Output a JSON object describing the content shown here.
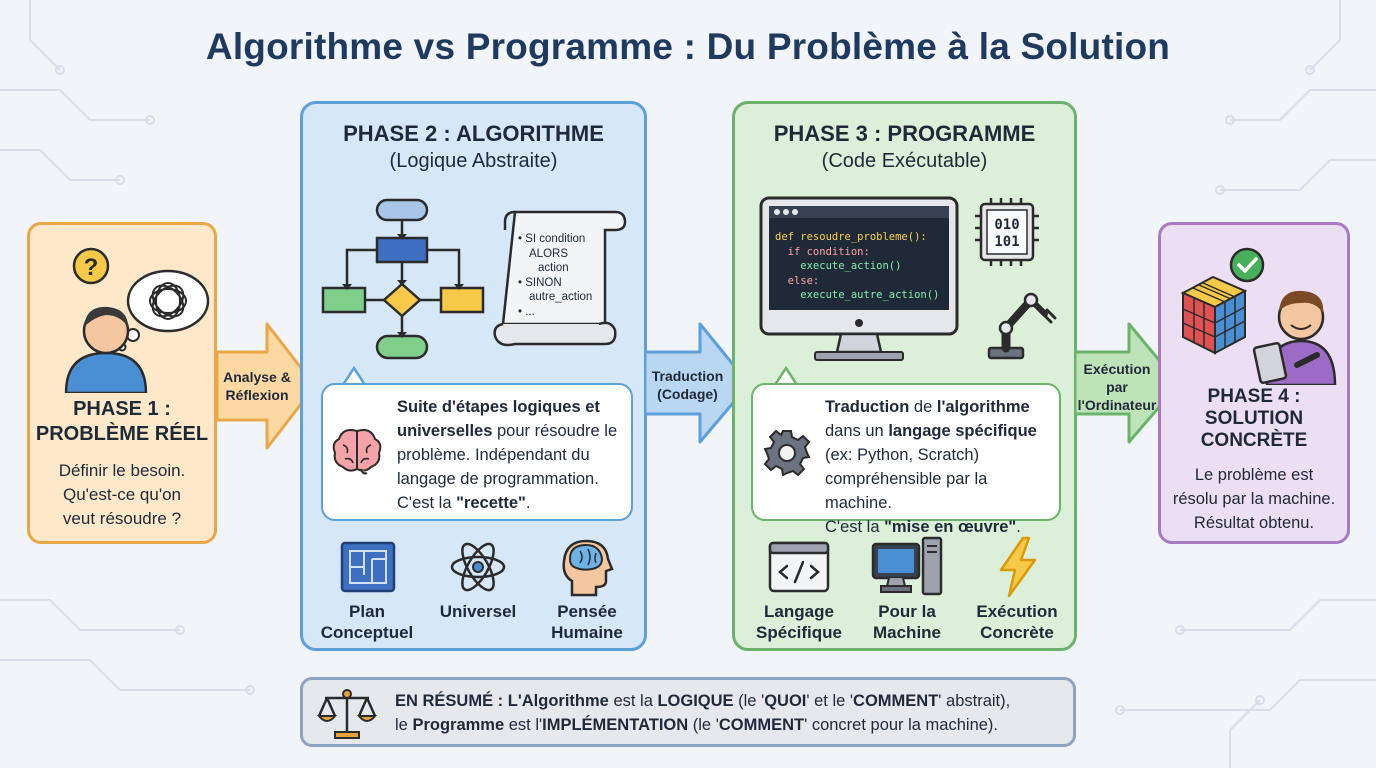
{
  "title": "Algorithme vs Programme : Du Problème à la Solution",
  "phase1": {
    "title_line1": "PHASE 1 :",
    "title_line2": "PROBLÈME RÉEL",
    "text_line1": "Définir le besoin.",
    "text_line2": "Qu'est-ce qu'on",
    "text_line3": "veut résoudre ?",
    "question_mark": "?"
  },
  "arrow1": {
    "line1": "Analyse &",
    "line2": "Réflexion"
  },
  "phase2": {
    "title": "PHASE 2 : ALGORITHME",
    "subtitle": "(Logique Abstraite)",
    "scroll": [
      "• SI condition",
      "ALORS",
      "action",
      "• SINON",
      "autre_action",
      "• ..."
    ],
    "desc": {
      "bold1": "Suite d'étapes logiques et universelles",
      "rest1": " pour résoudre le problème. Indépendant du langage de programmation.",
      "prefix2": "C'est la ",
      "bold2": "\"recette\"",
      "suffix2": "."
    },
    "icons": [
      {
        "name": "plan-icon",
        "line1": "Plan",
        "line2": "Conceptuel"
      },
      {
        "name": "atom-icon",
        "line1": "Universel",
        "line2": ""
      },
      {
        "name": "head-brain-icon",
        "line1": "Pensée",
        "line2": "Humaine"
      }
    ]
  },
  "arrow2": {
    "line1": "Traduction",
    "line2": "(Codage)"
  },
  "phase3": {
    "title": "PHASE 3 : PROGRAMME",
    "subtitle": "(Code Exécutable)",
    "code": [
      "def resoudre_probleme():",
      "  if condition:",
      "    execute_action()",
      "  else:",
      "    execute_autre_action()"
    ],
    "chip_line1": "010",
    "chip_line2": "101",
    "desc": {
      "b1": "Traduction",
      "t1": " de ",
      "b2": "l'algorithme",
      "t2": " dans un ",
      "b3": "langage spécifique",
      "t3": " (ex: Python, Scratch) compréhensible par la machine.",
      "prefix2": "C'est la ",
      "b4": "\"mise en œuvre\"",
      "suffix2": "."
    },
    "icons": [
      {
        "name": "code-icon",
        "line1": "Langage",
        "line2": "Spécifique"
      },
      {
        "name": "computer-icon",
        "line1": "Pour la",
        "line2": "Machine"
      },
      {
        "name": "lightning-icon",
        "line1": "Exécution",
        "line2": "Concrète"
      }
    ]
  },
  "arrow3": {
    "line1": "Exécution",
    "line2": "par",
    "line3": "l'Ordinateur"
  },
  "phase4": {
    "title_line1": "PHASE 4 :",
    "title_line2": "SOLUTION",
    "title_line3": "CONCRÈTE",
    "text_line1": "Le problème est",
    "text_line2": "résolu par la machine.",
    "text_line3": "Résultat obtenu."
  },
  "summary": {
    "line1_b1": "EN RÉSUMÉ : L'Algorithme",
    "line1_t1": " est la ",
    "line1_b2": "LOGIQUE",
    "line1_t2": " (le '",
    "line1_b3": "QUOI",
    "line1_t3": "' et le '",
    "line1_b4": "COMMENT",
    "line1_t4": "' abstrait),",
    "line2_t0": "le ",
    "line2_b1": "Programme",
    "line2_t1": " est l'",
    "line2_b2": "IMPLÉMENTATION",
    "line2_t2": " (le '",
    "line2_b3": "COMMENT",
    "line2_t3": "' concret pour la machine)."
  },
  "colors": {
    "phase1": "#e8a84a",
    "phase2": "#5d9fd8",
    "phase3": "#6bb36a",
    "phase4": "#a77bc3",
    "title": "#1e3a5f"
  }
}
